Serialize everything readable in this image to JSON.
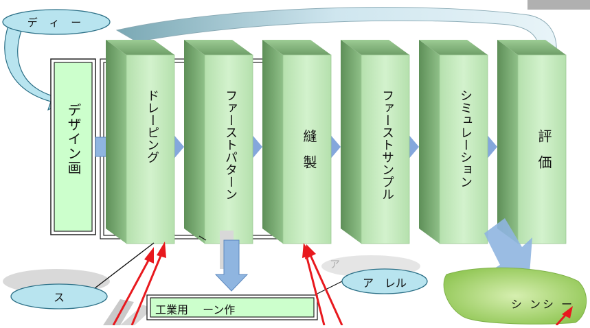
{
  "top_ellipse_label": "デ ィ ー",
  "design_box_label": "デザイン画",
  "stages": [
    {
      "id": "draping",
      "label": "ドレーピング"
    },
    {
      "id": "first-pattern",
      "label": "ファーストパターン"
    },
    {
      "id": "sewing",
      "label": "縫製"
    },
    {
      "id": "first-sample",
      "label": "ファーストサンプル"
    },
    {
      "id": "simulation",
      "label": "シミュレーション"
    },
    {
      "id": "evaluation",
      "label": "評価"
    }
  ],
  "left_ellipse_label": "ス",
  "industrial_box_label": "工業用　 ーン作",
  "apparel_ellipse_label": "ア　レル",
  "faded_label": "ア",
  "green_ellipse_label": "シ ンシ ー",
  "colors": {
    "block_face": "#c6ecc0",
    "block_side": "#7fb277",
    "design_fill": "#ccffcc",
    "ellipse_fill": "#b8e4ef",
    "arrow_blue": "#8fb5e0",
    "green_blob": "#9ccf5a",
    "red_arrow": "#e8191e"
  }
}
